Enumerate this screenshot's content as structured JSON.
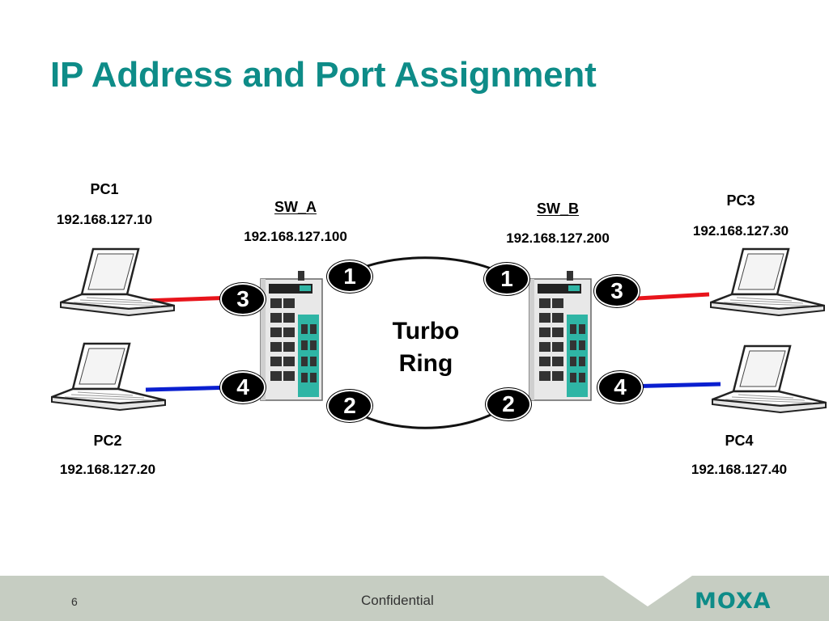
{
  "slide": {
    "title": "IP Address and Port Assignment",
    "footer": {
      "page_number": "6",
      "confidential": "Confidential",
      "logo": "MOXA"
    }
  },
  "nodes": {
    "pc1": {
      "name": "PC1",
      "ip": "192.168.127.10"
    },
    "pc2": {
      "name": "PC2",
      "ip": "192.168.127.20"
    },
    "pc3": {
      "name": "PC3",
      "ip": "192.168.127.30"
    },
    "pc4": {
      "name": "PC4",
      "ip": "192.168.127.40"
    },
    "sw_a": {
      "name": "SW_A",
      "ip": "192.168.127.100"
    },
    "sw_b": {
      "name": "SW_B",
      "ip": "192.168.127.200"
    }
  },
  "ring_label": {
    "line1": "Turbo",
    "line2": "Ring"
  },
  "ports": {
    "sw_a": {
      "p1": "1",
      "p2": "2",
      "p3": "3",
      "p4": "4"
    },
    "sw_b": {
      "p1": "1",
      "p2": "2",
      "p3": "3",
      "p4": "4"
    }
  },
  "colors": {
    "title": "#0e8c88",
    "link_red": "#e8141b",
    "link_blue": "#0a1fd0",
    "switch_teal": "#2fb5a5",
    "footer_bg": "#c6cdc2"
  }
}
